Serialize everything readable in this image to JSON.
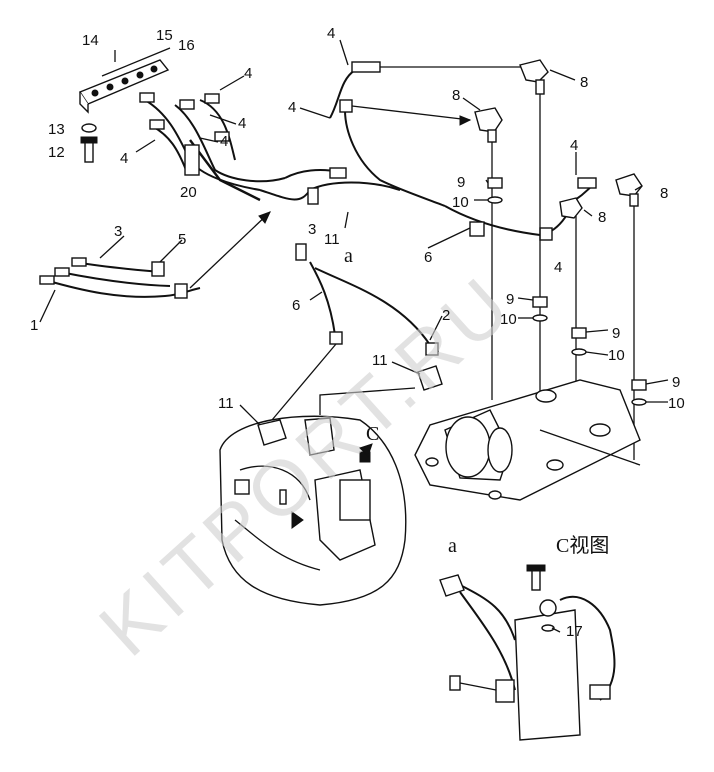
{
  "diagram": {
    "watermark": "KITPORT.RU",
    "view_label": "C视图",
    "view_letter": "C",
    "detail_letter": "a",
    "callouts": {
      "n1": "1",
      "n2": "2",
      "n3a": "3",
      "n3b": "3",
      "n4a": "4",
      "n4b": "4",
      "n4c": "4",
      "n4d": "4",
      "n4e": "4",
      "n4f": "4",
      "n4g": "4",
      "n4h": "4",
      "n5": "5",
      "n6a": "6",
      "n6b": "6",
      "n8a": "8",
      "n8b": "8",
      "n8c": "8",
      "n8d": "8",
      "n9a": "9",
      "n9b": "9",
      "n9c": "9",
      "n9d": "9",
      "n10a": "10",
      "n10b": "10",
      "n10c": "10",
      "n10d": "10",
      "n11a": "11",
      "n11b": "11",
      "n11c": "11",
      "n12": "12",
      "n13": "13",
      "n14": "14",
      "n15": "15",
      "n16": "16",
      "n17": "17",
      "n20": "20"
    }
  }
}
